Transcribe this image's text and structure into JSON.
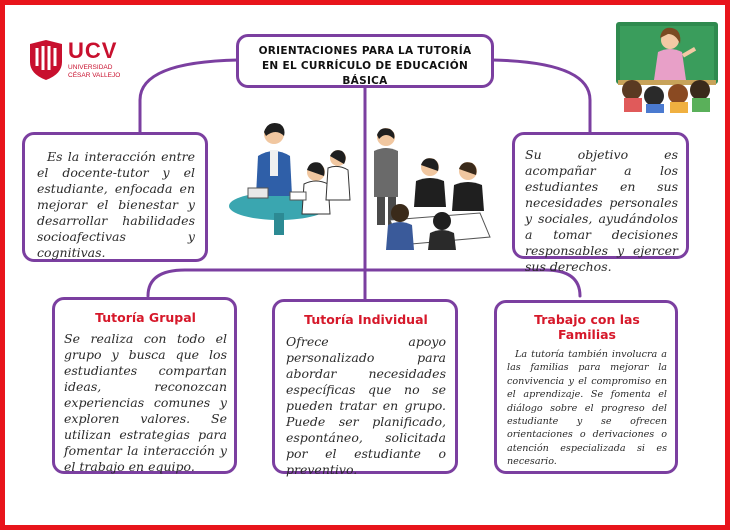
{
  "colors": {
    "border": "#e8141b",
    "accent_purple": "#7b3fa0",
    "title_red": "#d6182a",
    "logo_red": "#c8102e"
  },
  "logo": {
    "name": "UCV",
    "line1": "UNIVERSIDAD",
    "line2": "CÉSAR VALLEJO",
    "icon": "ucv-shield-logo"
  },
  "title": {
    "line1": "ORIENTACIONES PARA LA TUTORÍA",
    "line2": "EN EL CURRÍCULO DE EDUCACIÓN",
    "line3": "BÁSICA"
  },
  "definition": {
    "text": "Es la interacción entre el docente-tutor y el estudiante, enfocada en mejorar el bienestar y desarrollar habilidades socioafectivas y cognitivas."
  },
  "objective": {
    "text": "Su objetivo es acompañar a los estudiantes en sus necesidades personales y sociales, ayudándolos a tomar decisiones responsables y ejercer sus derechos."
  },
  "cards": [
    {
      "title": "Tutoría Grupal",
      "text": "Se realiza con todo el grupo y busca que los estudiantes compartan ideas, reconozcan experiencias comunes y exploren valores. Se utilizan estrategias para fomentar la interacción y el trabajo en equipo."
    },
    {
      "title": "Tutoría Individual",
      "text": "Ofrece apoyo personalizado para abordar necesidades específicas que no se pueden tratar en grupo. Puede ser planificado, espontáneo, solicitada por el estudiante o preventivo."
    },
    {
      "title": "Trabajo con las Familias",
      "text": "La tutoría también involucra a las familias para mejorar la convivencia y el compromiso en el aprendizaje. Se fomenta el diálogo sobre el progreso del estudiante y se ofrecen orientaciones o derivaciones o atención especializada si es necesario."
    }
  ],
  "illustrations": [
    "teacher-students-illustration",
    "tutoring-table-illustration",
    "meeting-illustration"
  ]
}
